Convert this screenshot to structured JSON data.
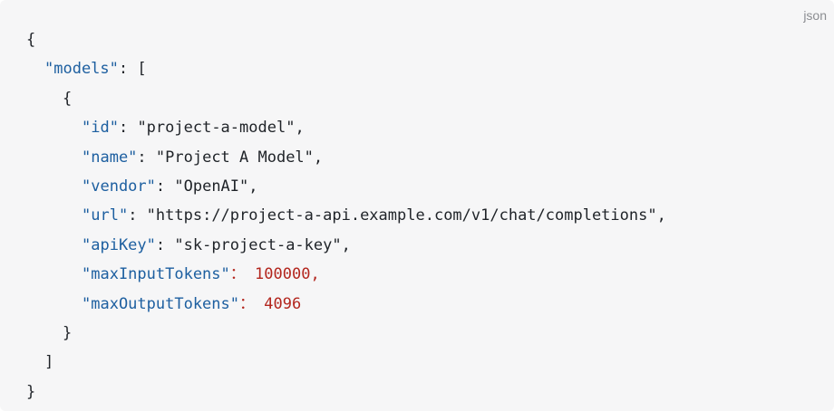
{
  "language_label": "json",
  "code": {
    "open_brace": "{",
    "models_key": "\"models\"",
    "models_colon": ": [",
    "item_open": "{",
    "fields": [
      {
        "key": "\"id\"",
        "sep": ": ",
        "value": "\"project-a-model\"",
        "tail": ",",
        "kind": "string"
      },
      {
        "key": "\"name\"",
        "sep": ": ",
        "value": "\"Project A Model\"",
        "tail": ",",
        "kind": "string"
      },
      {
        "key": "\"vendor\"",
        "sep": ": ",
        "value": "\"OpenAI\"",
        "tail": ",",
        "kind": "string"
      },
      {
        "key": "\"url\"",
        "sep": ": ",
        "value": "\"https://project-a-api.example.com/v1/chat/completions\"",
        "tail": ",",
        "kind": "string"
      },
      {
        "key": "\"apiKey\"",
        "sep": ": ",
        "value": "\"sk-project-a-key\"",
        "tail": ",",
        "kind": "string"
      },
      {
        "key": "\"maxInputTokens\"",
        "sep": "： ",
        "value": "100000",
        "tail": ",",
        "kind": "number"
      },
      {
        "key": "\"maxOutputTokens\"",
        "sep": "： ",
        "value": "4096",
        "tail": "",
        "kind": "number"
      }
    ],
    "item_close": "}",
    "array_close": "]",
    "close_brace": "}"
  }
}
